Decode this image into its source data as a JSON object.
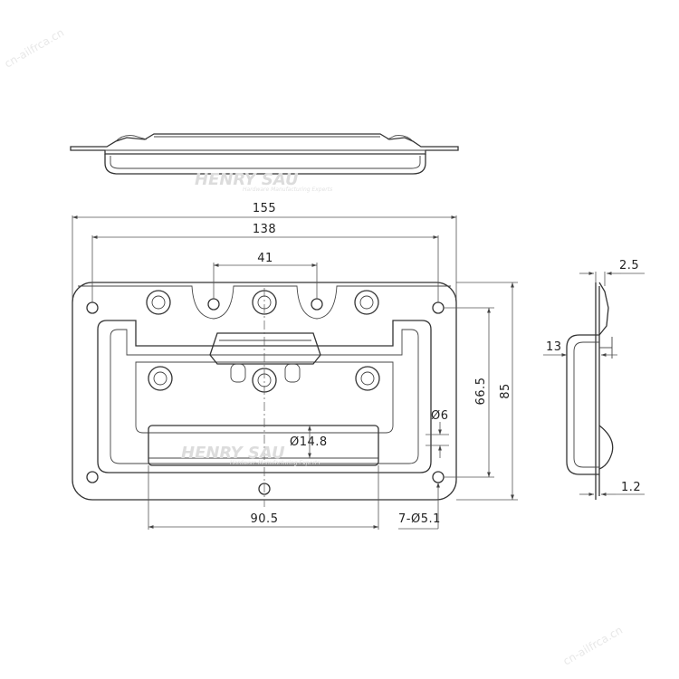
{
  "watermark": {
    "brand": "HENRY SAU",
    "tagline": "Hardware Manufacturing Experts",
    "corner": "cn-ailfrca.cn"
  },
  "dimensions": {
    "overall_width": "155",
    "hole_spacing": "138",
    "center_hole_spacing": "41",
    "overall_height": "85",
    "hole_vertical_spacing": "66.5",
    "recess_width": "90.5",
    "side_plate_thickness": "2.5",
    "side_depth": "13",
    "side_base_thickness": "1.2",
    "small_hole_dia": "Ø6",
    "large_hole_dia": "Ø14.8",
    "mount_holes": "7-Ø5.1"
  }
}
